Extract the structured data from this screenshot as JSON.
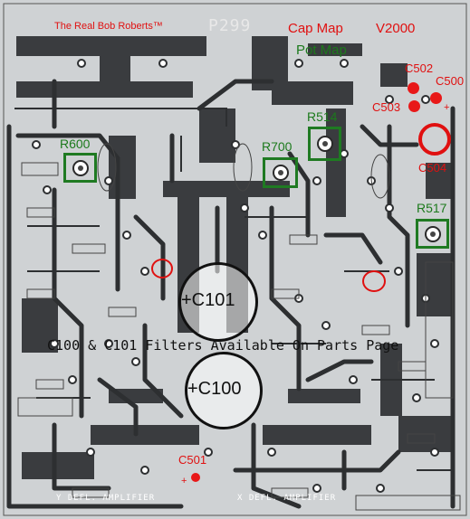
{
  "header": {
    "author": "The Real Bob Roberts™",
    "board_id": "P299",
    "cap_map": "Cap Map",
    "version": "V2000",
    "pot_map": "Pot Map"
  },
  "pots": [
    {
      "label": "R600"
    },
    {
      "label": "R700"
    },
    {
      "label": "R514"
    },
    {
      "label": "R517"
    }
  ],
  "caps": [
    {
      "label": "C502"
    },
    {
      "label": "C500"
    },
    {
      "label": "C503"
    },
    {
      "label": "C504"
    },
    {
      "label": "C501"
    }
  ],
  "filters": [
    {
      "label": "+C101"
    },
    {
      "label": "+C100"
    }
  ],
  "notice": "C100 & C101 Filters Available On Parts Page",
  "silkscreen": {
    "bottom_left": "Y DEFL. AMPLIFIER",
    "bottom_mid": "X DEFL. AMPLIFIER"
  },
  "colors": {
    "board": "#cfd2d4",
    "trace": "#2d2f31",
    "cap_marker": "#e01010",
    "pot_marker": "#1f7a22"
  }
}
